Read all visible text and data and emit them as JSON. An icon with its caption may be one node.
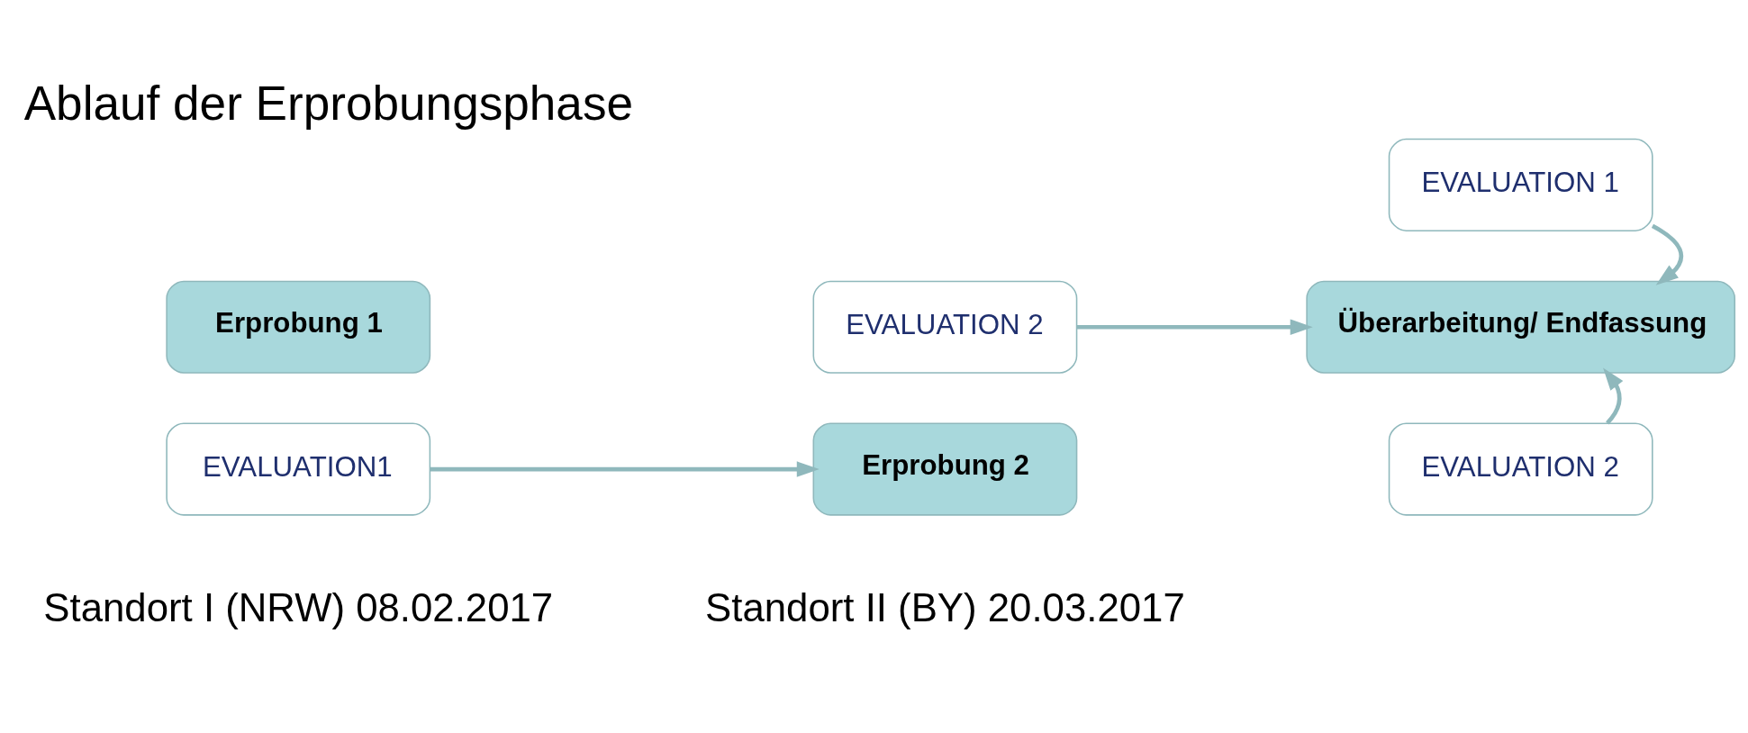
{
  "diagram": {
    "title": "Ablauf der Erprobungsphase",
    "nodes": [
      {
        "text": [
          "Erprobung 1"
        ]
      },
      {
        "text": [
          "EVALUATION1"
        ]
      },
      {
        "text": [
          "EVALUATION 2"
        ]
      },
      {
        "text": [
          "Erprobung 2"
        ]
      },
      {
        "text": [
          "Überarbeitung/ Endfassung"
        ]
      },
      {
        "text": [
          "EVALUATION 1"
        ]
      },
      {
        "text": [
          "EVALUATION 2"
        ]
      }
    ],
    "edges": [
      {
        "from": 1,
        "to": 3,
        "arrow": "to"
      },
      {
        "from": 2,
        "to": 4,
        "arrow": "to"
      },
      {
        "from": 5,
        "to": 4,
        "arrow": "to"
      },
      {
        "from": 6,
        "to": 4,
        "arrow": "to"
      }
    ],
    "labels": [
      "Standort I (NRW) 08.02.2017",
      "Standort II (BY) 20.03.2017"
    ]
  }
}
